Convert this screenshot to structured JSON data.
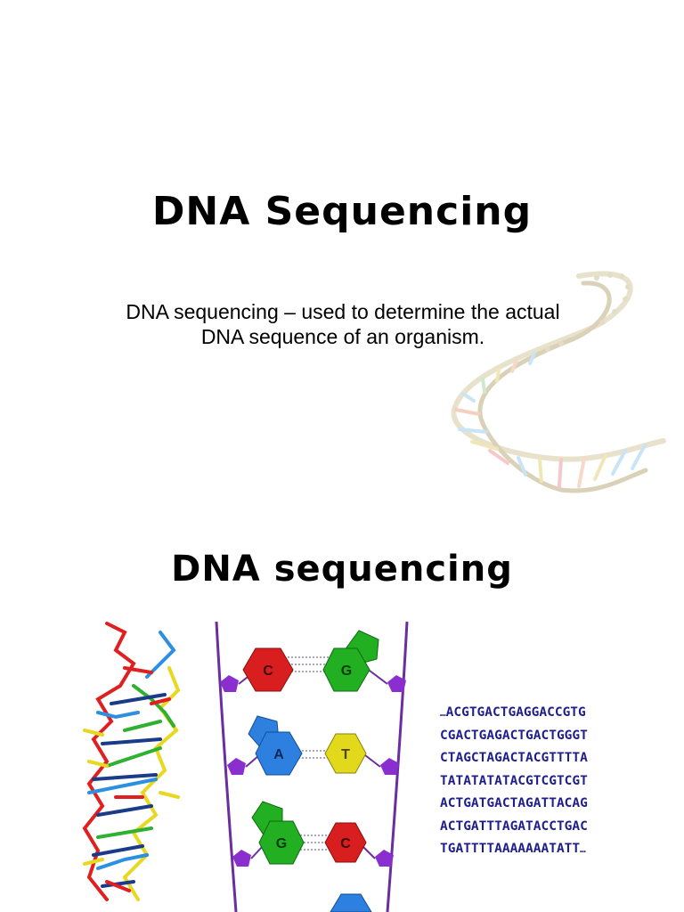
{
  "slide1": {
    "title": "DNA Sequencing",
    "subtitle_line1": "DNA sequencing – used to determine the actual",
    "subtitle_line2": "DNA sequence of an organism."
  },
  "slide2": {
    "title": "DNA sequencing",
    "base_pairs": [
      {
        "left": "C",
        "right": "G"
      },
      {
        "left": "A",
        "right": "T"
      },
      {
        "left": "G",
        "right": "C"
      }
    ],
    "sequence_prefix": "…",
    "sequence_lines": [
      "ACGTGACTGAGGACCGTG",
      "CGACTGAGACTGACTGGGT",
      "CTAGCTAGACTACGTTTTA",
      "TATATATATACGTCGTCGT",
      "ACTGATGACTAGATTACAG",
      "ACTGATTTAGATACCTGAC",
      "TGATTTTAAAAAAATATT"
    ],
    "sequence_suffix": "…"
  },
  "colors": {
    "sequence_text": "#1f1f8c",
    "base_C": "#d81e1e",
    "base_G": "#22b022",
    "base_A": "#2d7fe0",
    "base_T": "#e2d81c",
    "backbone": "#6a2ea0",
    "phosphate": "#8a2ed0"
  }
}
